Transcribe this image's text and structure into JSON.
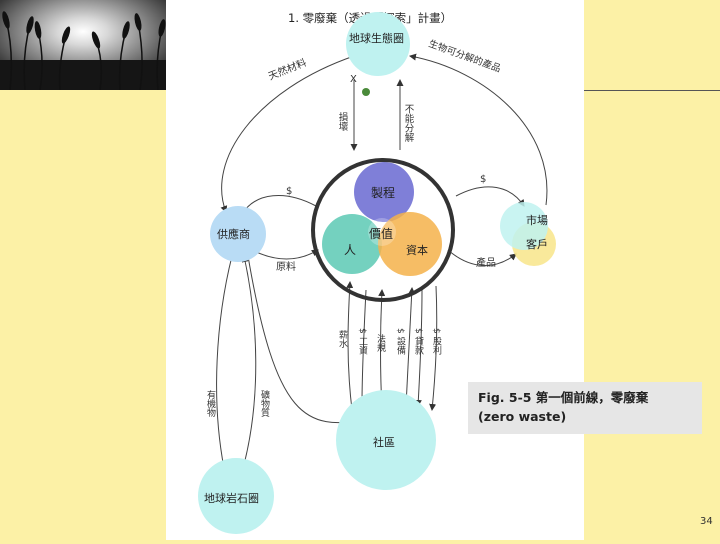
{
  "slide": {
    "title": "1. 零廢棄（透過「探索」計畫）",
    "caption_line1": "Fig. 5-5 第一個前線，零廢棄",
    "caption_line2": "(zero waste)",
    "page_number": "34"
  },
  "diagram": {
    "nodes": {
      "biosphere": "地球生態圈",
      "supplier": "供應商",
      "market": "市場",
      "customer": "客戶",
      "society": "社區",
      "lithosphere": "地球岩石圈",
      "process": "製程",
      "values": "價值",
      "people": "人",
      "capital": "資本"
    },
    "edges": {
      "natural_materials": "天然材料",
      "degradable_products": "生物可分解的產品",
      "cannot_break": "不能分解",
      "damage": "損壞",
      "x_mark": "X",
      "money_left": "$",
      "money_right": "$",
      "raw_materials": "原料",
      "products": "產品",
      "salary": "薪水",
      "wage": "$ 工資",
      "regulation": "法規",
      "equipment": "$ 設備",
      "loan": "$ 貸款",
      "stock": "$ 股利",
      "organic": "有機物",
      "minerals": "礦物質"
    }
  },
  "colors": {
    "background": "#fcf1a6",
    "page": "#ffffff",
    "caption_box": "#e6e6e6",
    "node_blue": "#b9dcf5",
    "node_cyan": "#bff2f0",
    "node_purple": "#7f7fd8",
    "node_teal": "#5cc9b4",
    "node_orange": "#f5b24a",
    "node_yellow": "#f8e58a",
    "ring": "#333333"
  }
}
